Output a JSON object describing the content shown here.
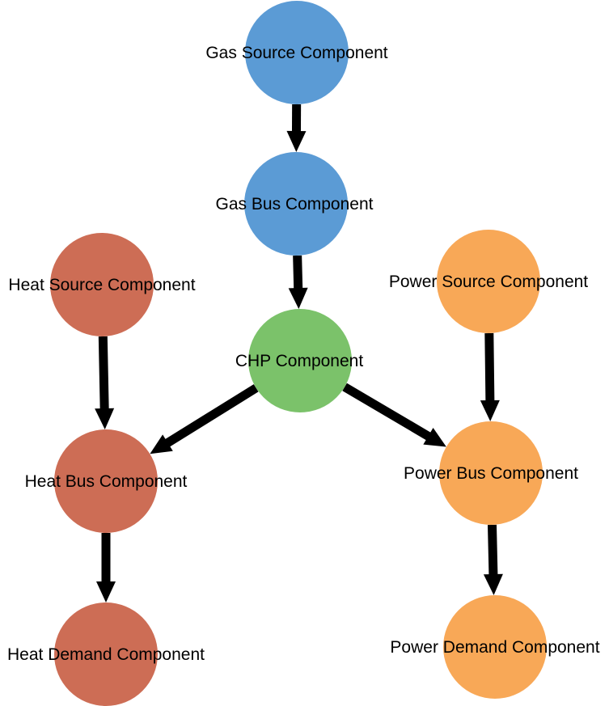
{
  "colors": {
    "gas": "#5b9bd5",
    "chp": "#7bc26a",
    "heat": "#cd6d55",
    "power": "#f8a857",
    "edge": "#000000"
  },
  "nodes": [
    {
      "id": "gas-source",
      "label": "Gas Source Component",
      "group": "gas"
    },
    {
      "id": "gas-bus",
      "label": "Gas Bus Component",
      "group": "gas"
    },
    {
      "id": "chp",
      "label": "CHP Component",
      "group": "chp"
    },
    {
      "id": "heat-source",
      "label": "Heat Source Component",
      "group": "heat"
    },
    {
      "id": "heat-bus",
      "label": "Heat Bus Component",
      "group": "heat"
    },
    {
      "id": "heat-demand",
      "label": "Heat Demand Component",
      "group": "heat"
    },
    {
      "id": "power-source",
      "label": "Power Source Component",
      "group": "power"
    },
    {
      "id": "power-bus",
      "label": "Power Bus Component",
      "group": "power"
    },
    {
      "id": "power-demand",
      "label": "Power Demand Component",
      "group": "power"
    }
  ],
  "edges": [
    {
      "from": "gas-source",
      "to": "gas-bus"
    },
    {
      "from": "gas-bus",
      "to": "chp"
    },
    {
      "from": "chp",
      "to": "heat-bus"
    },
    {
      "from": "chp",
      "to": "power-bus"
    },
    {
      "from": "heat-source",
      "to": "heat-bus"
    },
    {
      "from": "heat-bus",
      "to": "heat-demand"
    },
    {
      "from": "power-source",
      "to": "power-bus"
    },
    {
      "from": "power-bus",
      "to": "power-demand"
    }
  ]
}
